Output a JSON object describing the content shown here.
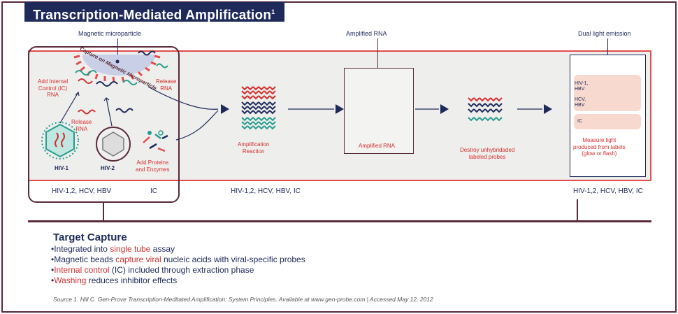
{
  "title": "Transcription-Mediated Amplification",
  "title_superscript": "1",
  "callouts": {
    "magnetic_microparticle": "Magnetic microparticle",
    "amplified_rna": "Amplified RNA",
    "dual_light_emission": "Dual light emission"
  },
  "capture": {
    "arc_label": "Capture on Magnetic Microparticle",
    "add_ic": [
      "Add Internal",
      "Control (IC)",
      "RNA"
    ],
    "release_rna_left": [
      "Release",
      "RNA"
    ],
    "release_rna_right": [
      "Release",
      "RNA"
    ],
    "hiv1": "HIV-1",
    "hiv2": "HIV-2",
    "add_proteins": [
      "Add Proteins",
      "and Enzymes"
    ]
  },
  "steps": {
    "amplification": [
      "Amplification",
      "Reaction"
    ],
    "amplified_rna": "Amplified RNA",
    "destroy": [
      "Destroy unhybridaded",
      "labeled probes"
    ],
    "measure": [
      "Measure light",
      "produced from labels",
      "(glow or flash)"
    ]
  },
  "dual_panel": {
    "row1": [
      "HIV-1,",
      "HBV"
    ],
    "row2": [
      "HCV,",
      "HBV"
    ],
    "row3": "IC"
  },
  "bottom_labels": {
    "capture_left": "HIV-1,2, HCV, HBV",
    "capture_right": "IC",
    "amplification": "HIV-1,2, HCV, HBV, IC",
    "detection": "HIV-1,2, HCV, HBV, IC"
  },
  "target_capture": {
    "title": "Target Capture",
    "items": [
      {
        "pre": "Integrated into ",
        "hl": "single tube",
        "post": " assay"
      },
      {
        "pre": "Magnetic beads ",
        "hl": "capture viral",
        "post": " nucleic acids with viral-specific probes"
      },
      {
        "pre": "",
        "hl": "Internal control",
        "post": " (IC) included through extraction phase"
      },
      {
        "pre": "",
        "hl": "Washing",
        "post": " reduces inhibitor effects"
      }
    ]
  },
  "source": "Source 1. Hill C. Gen-Prove Transcription-Meditated Amplification: System Principles. Available at www.gen-probe.com   |   Accessed May 12, 2012",
  "colors": {
    "navy": "#1f2a5a",
    "red": "#e34c4c",
    "maroon": "#5b2a3a",
    "teal": "#2a9d8f",
    "panel": "#f7d9cf"
  }
}
